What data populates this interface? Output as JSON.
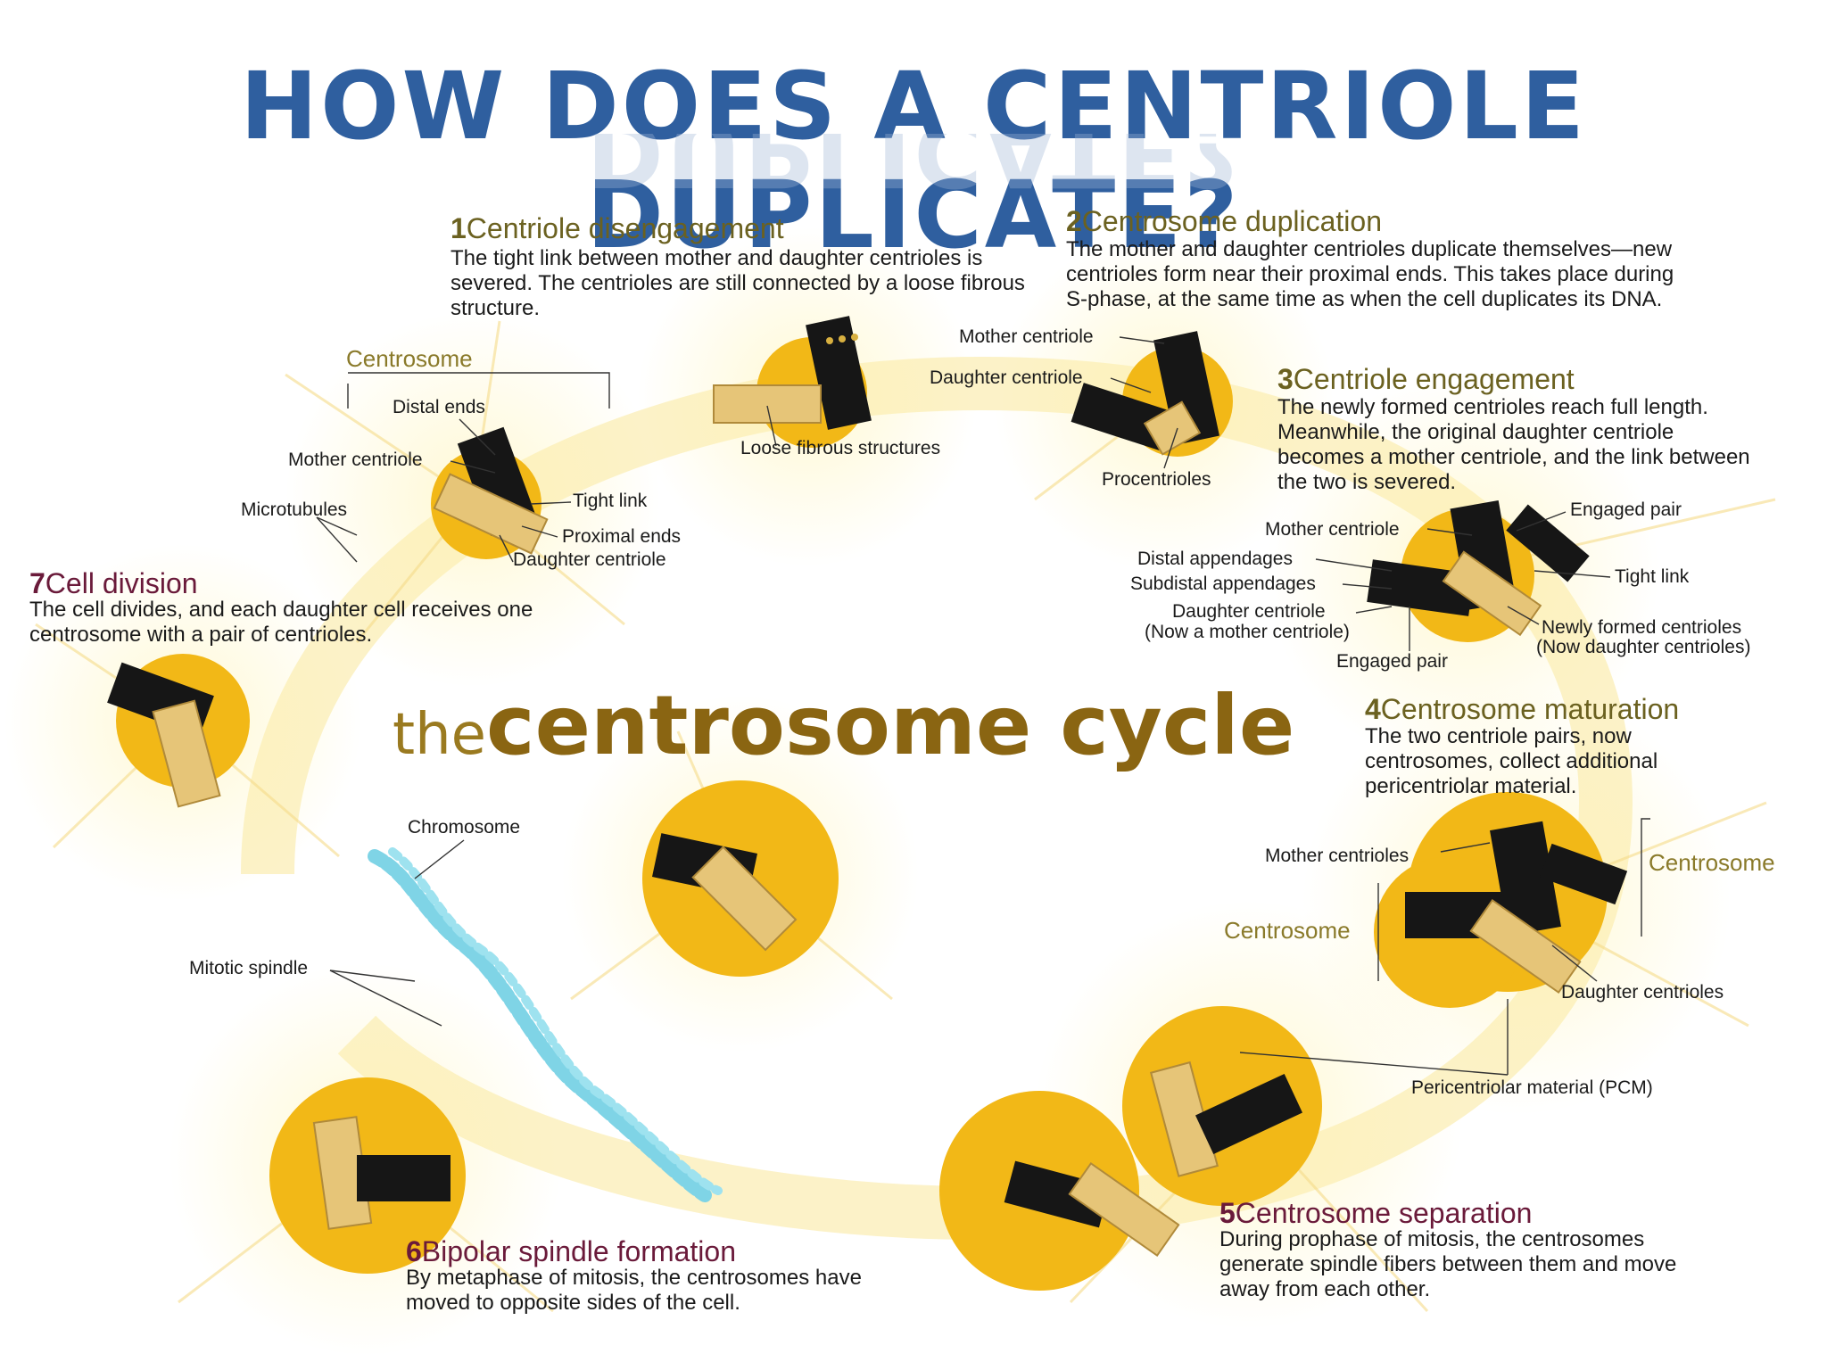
{
  "title": "HOW DOES A CENTRIOLE DUPLICATE?",
  "cycle_title": {
    "prefix": "the",
    "main": "centrosome cycle"
  },
  "colors": {
    "title_blue": "#2f5f9f",
    "olive_heading": "#6b6120",
    "plum_heading": "#6a1a3a",
    "pcm_yellow": "#f2b817",
    "centriole_black": "#161616",
    "procentriole_tan": "#e6c578",
    "chromosome_cyan": "#7fd4e6"
  },
  "steps": [
    {
      "number": "1",
      "heading": "Centriole disengagement",
      "text": "The tight link between mother and daughter centrioles is severed. The centrioles are still connected by a loose fibrous structure."
    },
    {
      "number": "2",
      "heading": "Centrosome duplication",
      "text": "The mother and daughter centrioles duplicate themselves—new centrioles form near their proximal ends. This takes place during S-phase, at the same time as when the cell duplicates its DNA."
    },
    {
      "number": "3",
      "heading": "Centriole engagement",
      "text": "The newly formed centrioles reach full length. Meanwhile, the original daughter centriole becomes a mother centriole, and the link between the two is severed."
    },
    {
      "number": "4",
      "heading": "Centrosome maturation",
      "text": "The two centriole pairs, now centrosomes, collect additional pericentriolar material."
    },
    {
      "number": "5",
      "heading": "Centrosome separation",
      "text": "During prophase of mitosis, the centrosomes generate spindle fibers between them and move away from each other."
    },
    {
      "number": "6",
      "heading": "Bipolar spindle formation",
      "text": "By metaphase of mitosis, the centrosomes have moved to opposite sides of the cell."
    },
    {
      "number": "7",
      "heading": "Cell division",
      "text": "The cell divides, and each daughter cell receives one centrosome with a pair of centrioles."
    }
  ],
  "labels": {
    "centrosome_bracket": "Centrosome",
    "distal_ends": "Distal ends",
    "mother_centriole_a": "Mother centriole",
    "microtubules": "Microtubules",
    "tight_link_a": "Tight link",
    "proximal_ends": "Proximal ends",
    "daughter_centriole_a": "Daughter centriole",
    "loose_fibrous": "Loose fibrous structures",
    "mother_centriole_b": "Mother centriole",
    "daughter_centriole_b": "Daughter centriole",
    "procentrioles": "Procentrioles",
    "engaged_pair_top": "Engaged pair",
    "mother_centriole_c": "Mother centriole",
    "distal_appendages": "Distal appendages",
    "subdistal_appendages": "Subdistal appendages",
    "tight_link_b": "Tight link",
    "daughter_centriole_c": "Daughter centriole",
    "now_mother": "(Now a mother centriole)",
    "newly_formed": "Newly formed centrioles",
    "now_daughter": "(Now daughter centrioles)",
    "engaged_pair_bottom": "Engaged pair",
    "mother_centrioles": "Mother centrioles",
    "centrosome_right": "Centrosome",
    "centrosome_left": "Centrosome",
    "daughter_centrioles": "Daughter centrioles",
    "pcm": "Pericentriolar material (PCM)",
    "chromosome": "Chromosome",
    "mitotic_spindle": "Mitotic spindle"
  }
}
